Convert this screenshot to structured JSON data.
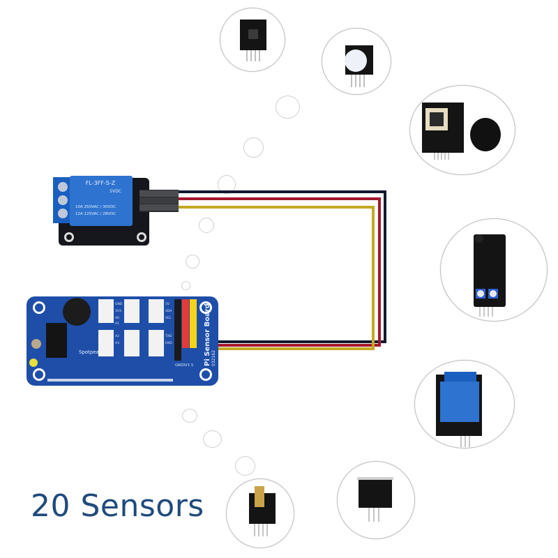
{
  "caption": "20 Sensors",
  "relay_module": {
    "model": "FL-3FF-S-Z",
    "voltage": "5VDC",
    "rating_1": "10A 250VAC / 30VDC",
    "rating_2": "12A 125VAC / 28VDC"
  },
  "sensor_board": {
    "name": "Pi Sensor Board",
    "brand": "Spotpear",
    "code": "032162",
    "port_labels": [
      "GND",
      "3V3",
      "A0",
      "A1",
      "A2",
      "A3",
      "5V",
      "SDA",
      "SCL",
      "TXD",
      "RXD"
    ],
    "header_labels": [
      "GND",
      "3V3",
      "S"
    ]
  },
  "wires": [
    {
      "name": "black",
      "color": "#111a2e"
    },
    {
      "name": "red",
      "color": "#a3172a"
    },
    {
      "name": "yellow",
      "color": "#c4a822"
    }
  ],
  "sensors": [
    {
      "name": "button-module"
    },
    {
      "name": "buzzer-module"
    },
    {
      "name": "joystick-module"
    },
    {
      "name": "ir-obstacle-module"
    },
    {
      "name": "relay-module"
    },
    {
      "name": "reed-switch-module"
    },
    {
      "name": "laser-module"
    }
  ]
}
